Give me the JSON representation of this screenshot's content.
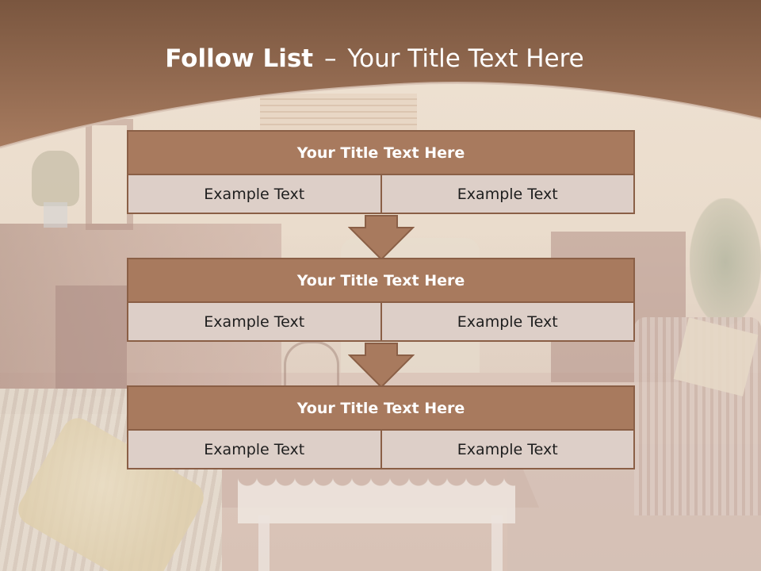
{
  "slide": {
    "title_bold": "Follow List",
    "title_dash": "–",
    "title_rest": "Your Title Text Here"
  },
  "steps": [
    {
      "title": "Your Title Text Here",
      "left": "Example Text",
      "right": "Example Text"
    },
    {
      "title": "Your Title Text Here",
      "left": "Example Text",
      "right": "Example Text"
    },
    {
      "title": "Your Title Text Here",
      "left": "Example Text",
      "right": "Example Text"
    }
  ],
  "colors": {
    "header_band": "#9a6d52",
    "box_header": "#a87a5e",
    "box_border": "#8a5f46",
    "box_cell": "#ddcfc8",
    "arrow": "#a87a5e"
  },
  "icons": {
    "arrow": "arrow-down-icon"
  }
}
